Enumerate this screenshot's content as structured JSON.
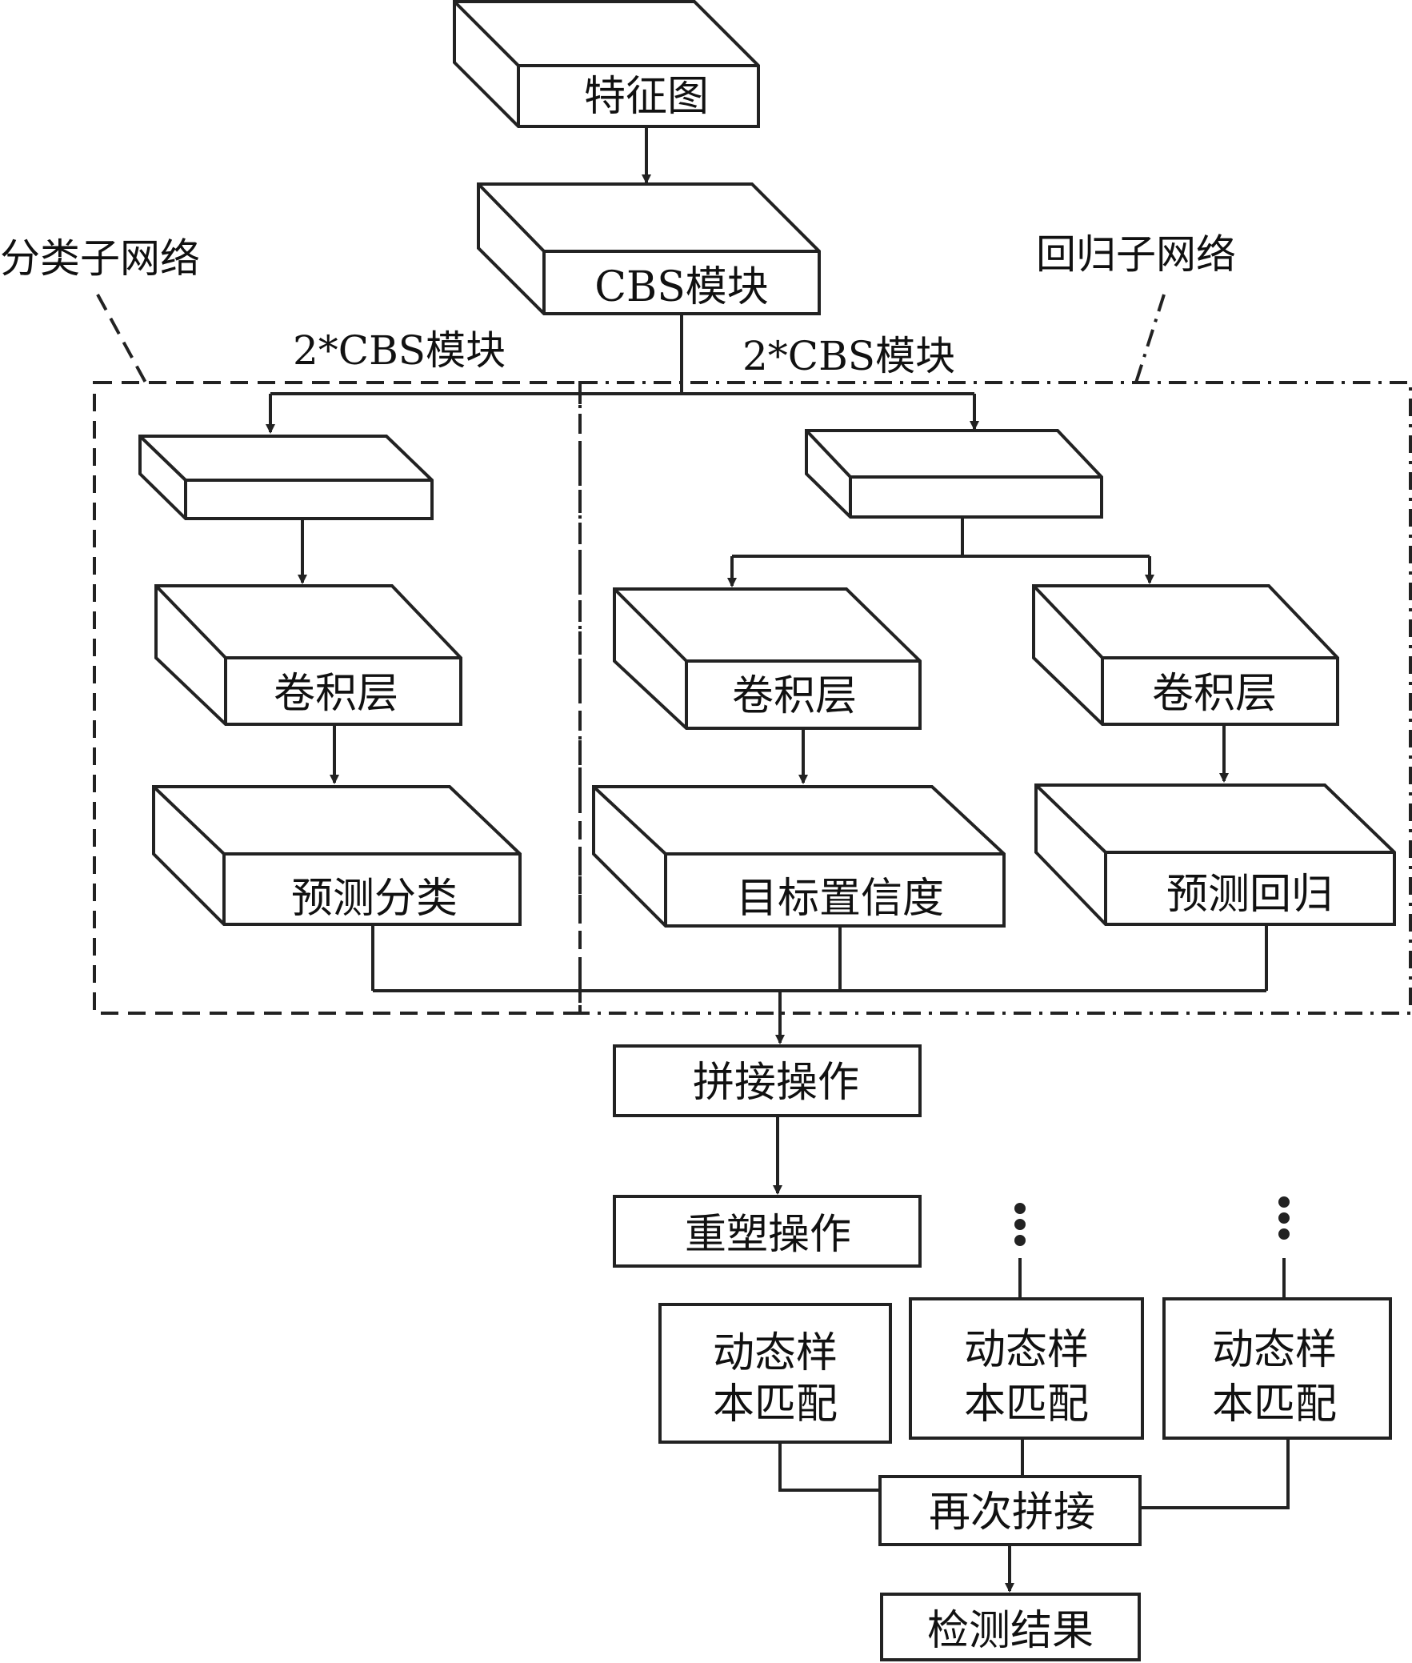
{
  "nodes": {
    "feature_map": "特征图",
    "cbs_module": "CBS模块",
    "conv_left": "卷积层",
    "conv_mid": "卷积层",
    "conv_right": "卷积层",
    "pred_class": "预测分类",
    "obj_conf": "目标置信度",
    "pred_reg": "预测回归",
    "concat": "拼接操作",
    "reshape": "重塑操作",
    "dyn1_line1": "动态样",
    "dyn1_line2": "本匹配",
    "dyn2_line1": "动态样",
    "dyn2_line2": "本匹配",
    "dyn3_line1": "动态样",
    "dyn3_line2": "本匹配",
    "concat_again": "再次拼接",
    "result": "检测结果"
  },
  "labels": {
    "cls_subnet": "分类子网络",
    "reg_subnet": "回归子网络",
    "cbs2_left": "2*CBS模块",
    "cbs2_right": "2*CBS模块"
  }
}
